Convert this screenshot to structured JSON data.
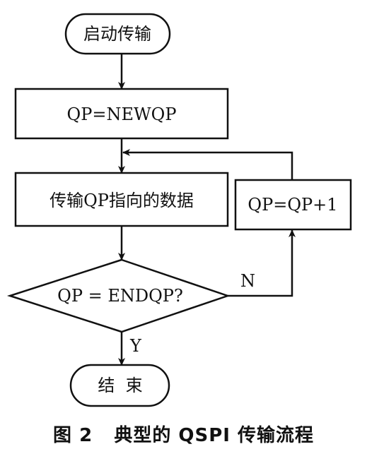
{
  "nodes": {
    "start": "启动传输",
    "init": "QP=NEWQP",
    "transfer": "传输QP指向的数据",
    "increment": "QP=QP+1",
    "decision": "QP = ENDQP?",
    "end": "结  束"
  },
  "edges": {
    "no_label": "N",
    "yes_label": "Y"
  },
  "caption": "图 2   典型的 QSPI 传输流程"
}
